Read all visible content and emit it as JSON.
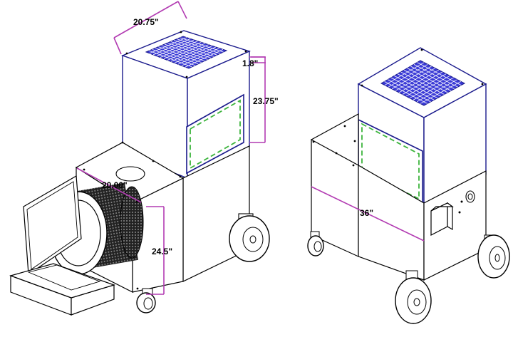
{
  "colors": {
    "dimension_line": "#b23bb2",
    "filter_grid": "#3a3ad6",
    "access_panel_dash": "#3cb43c",
    "housing_outline_accent": "#1a1a8c"
  },
  "dimensions": {
    "top_width": "20.75\"",
    "top_thickness": "1.8\"",
    "panel_height": "23.75\"",
    "lower_width": "20.00\"",
    "lower_height": "24.5\"",
    "overall_length": "36\""
  },
  "icons": {
    "grid": "filter-grid-icon",
    "wheel": "caster-wheel-icon",
    "panel": "access-panel-icon",
    "control_box": "control-box-icon"
  }
}
